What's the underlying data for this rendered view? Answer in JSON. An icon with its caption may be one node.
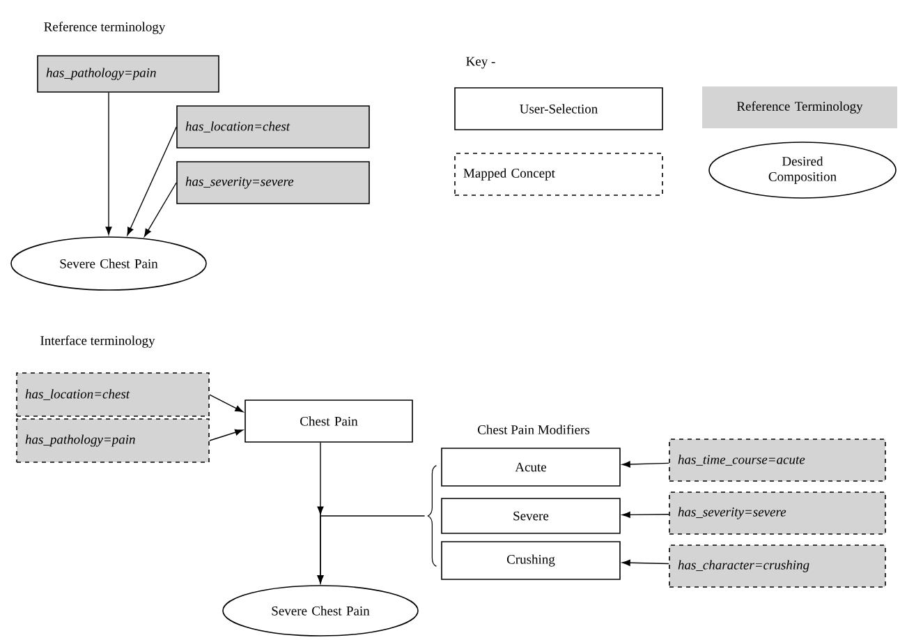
{
  "diagram": {
    "nodes": [
      {
        "text": [
          "has_pathology=pain"
        ]
      },
      {
        "text": [
          "has_location=chest"
        ]
      },
      {
        "text": [
          "has_severity=severe"
        ]
      },
      {
        "text": [
          "Severe Chest Pain"
        ]
      },
      {
        "text": [
          "User-Selection"
        ]
      },
      {
        "text": [
          "Reference Terminology"
        ]
      },
      {
        "text": [
          "Mapped Concept"
        ]
      },
      {
        "text": [
          "Desired Composition"
        ]
      },
      {
        "text": [
          "has_location=chest"
        ]
      },
      {
        "text": [
          "has_pathology=pain"
        ]
      },
      {
        "text": [
          "Chest Pain"
        ]
      },
      {
        "text": [
          "Acute"
        ]
      },
      {
        "text": [
          "Severe"
        ]
      },
      {
        "text": [
          "Crushing"
        ]
      },
      {
        "text": [
          "has_time_course=acute"
        ]
      },
      {
        "text": [
          "has_severity=severe"
        ]
      },
      {
        "text": [
          "has_character=crushing"
        ]
      },
      {
        "text": [
          "Severe Chest Pain"
        ]
      },
      {
        "text": [],
        "shape": "brace"
      }
    ],
    "edges": [
      {
        "from": 0,
        "to": 3,
        "arrow": "to"
      },
      {
        "from": 1,
        "to": 3,
        "arrow": "to"
      },
      {
        "from": 2,
        "to": 3,
        "arrow": "to"
      },
      {
        "from": 8,
        "to": 10,
        "arrow": "to"
      },
      {
        "from": 9,
        "to": 10,
        "arrow": "to"
      },
      {
        "from": 14,
        "to": 11,
        "arrow": "to"
      },
      {
        "from": 15,
        "to": 12,
        "arrow": "to"
      },
      {
        "from": 16,
        "to": 13,
        "arrow": "to"
      },
      {
        "from": 10,
        "to": 17,
        "arrow": "to"
      },
      {
        "from": 18,
        "to": 17,
        "arrow": "to"
      }
    ],
    "labels": [
      "Reference terminology",
      "Key -",
      "Interface terminology",
      "Chest Pain Modifiers"
    ]
  }
}
